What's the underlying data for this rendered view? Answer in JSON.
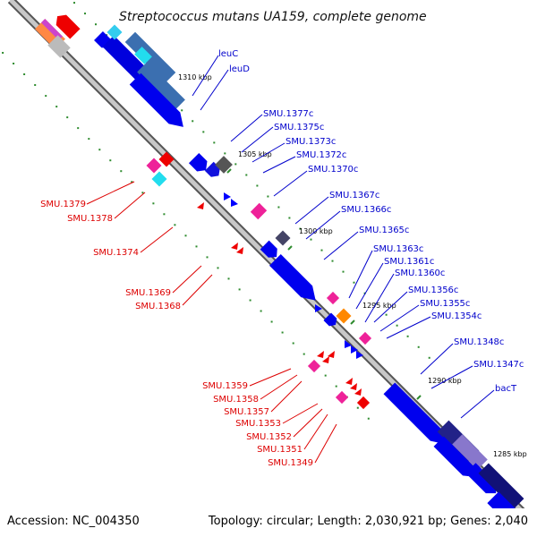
{
  "title": "Streptococcus mutans UA159, complete genome",
  "footer": {
    "accession": "Accession: NC_004350",
    "topology": "Topology: circular; Length: 2,030,921 bp; Genes: 2,040"
  },
  "colors": {
    "forward_label": "#0000cc",
    "reverse_label": "#dd0000",
    "tick": "#2e8b2e",
    "backbone": "#888888"
  },
  "scale_labels": [
    "1310 kbp",
    "1305 kbp",
    "1300 kbp",
    "1295 kbp",
    "1290 kbp",
    "1285 kbp"
  ],
  "forward_labels": [
    "leuC",
    "leuD",
    "SMU.1377c",
    "SMU.1375c",
    "SMU.1373c",
    "SMU.1372c",
    "SMU.1370c",
    "SMU.1367c",
    "SMU.1366c",
    "SMU.1365c",
    "SMU.1363c",
    "SMU.1361c",
    "SMU.1360c",
    "SMU.1356c",
    "SMU.1355c",
    "SMU.1354c",
    "SMU.1348c",
    "SMU.1347c",
    "bacT"
  ],
  "reverse_labels": [
    "SMU.1379",
    "SMU.1378",
    "SMU.1374",
    "SMU.1369",
    "SMU.1368",
    "SMU.1359",
    "SMU.1358",
    "SMU.1357",
    "SMU.1353",
    "SMU.1352",
    "SMU.1351",
    "SMU.1349"
  ]
}
